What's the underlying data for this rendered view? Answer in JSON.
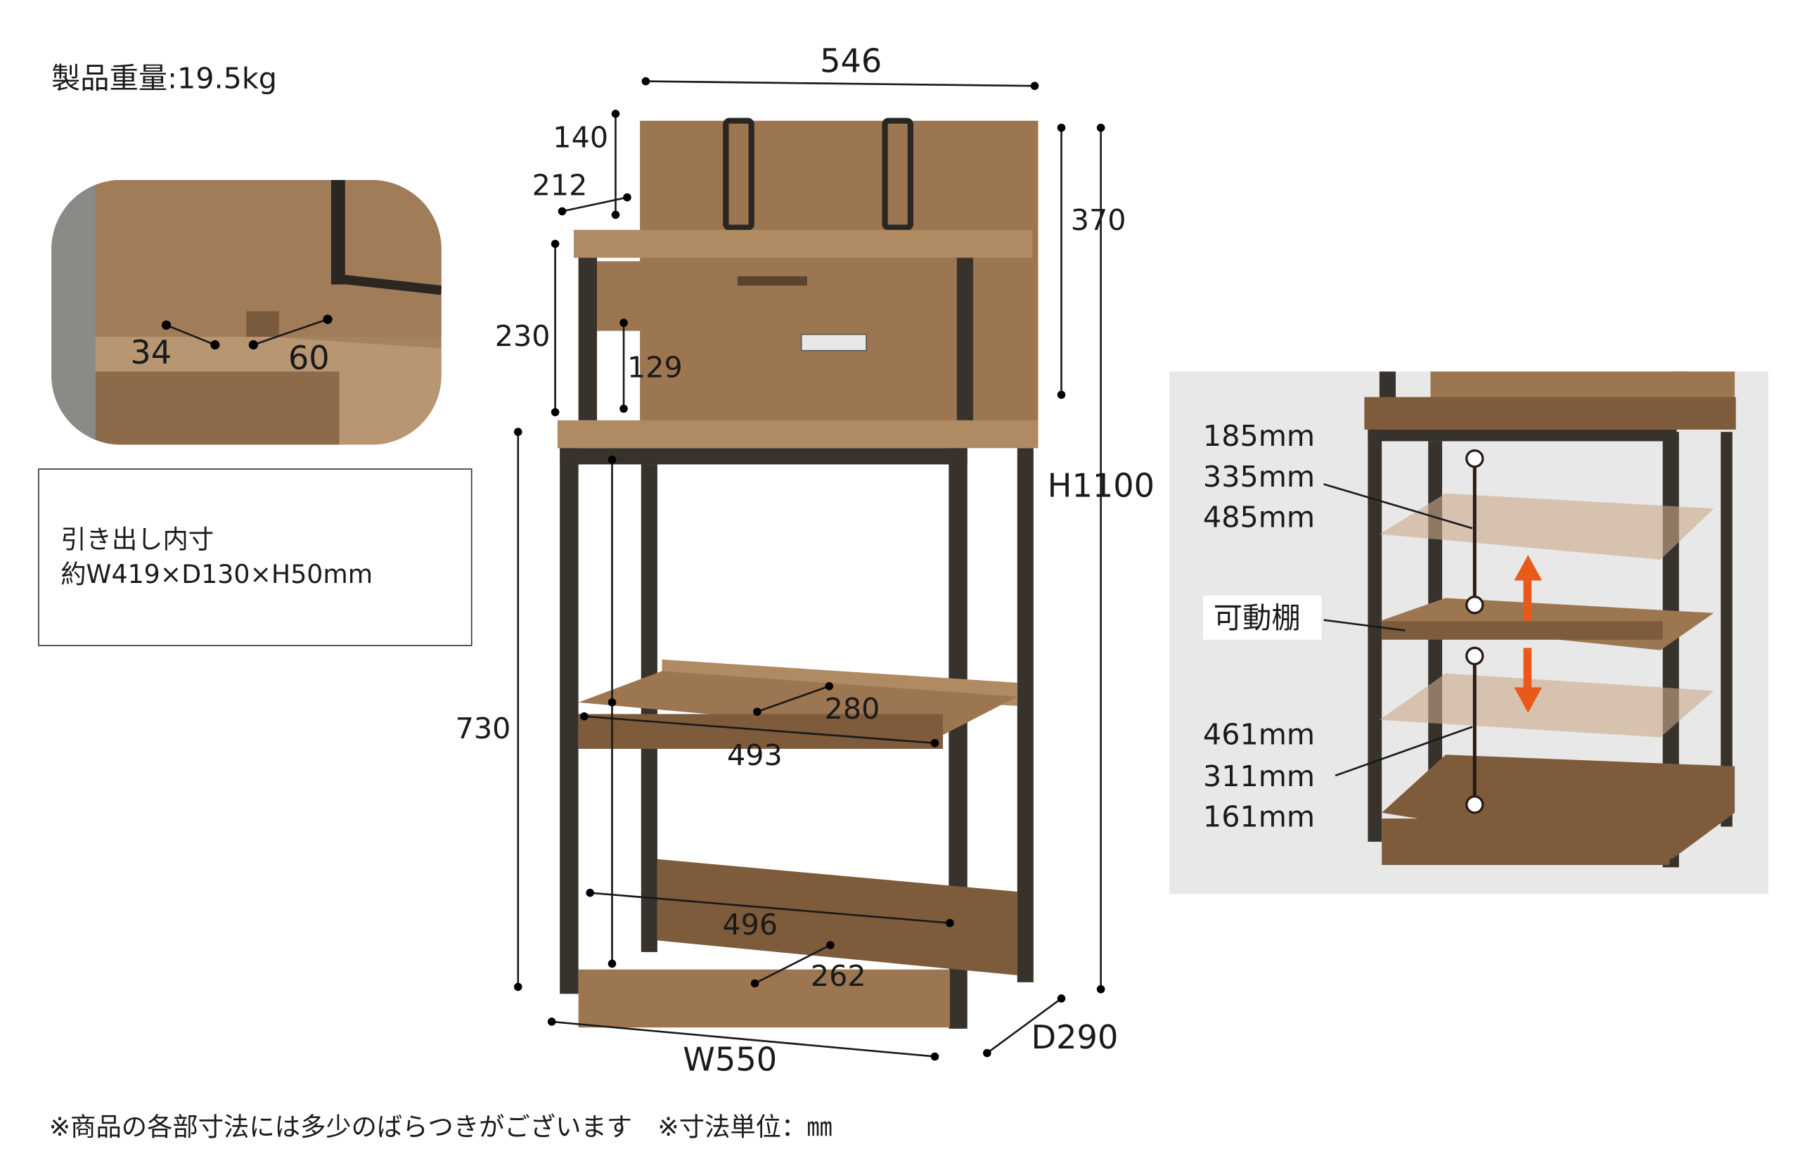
{
  "weight": "製品重量:19.5kg",
  "inset": {
    "dim_a": "34",
    "dim_b": "60"
  },
  "drawer_box": {
    "line1": "引き出し内寸",
    "line2": "約W419×D130×H50mm"
  },
  "main_dims": {
    "top_width": "546",
    "d140": "140",
    "d212": "212",
    "d370": "370",
    "d230": "230",
    "d129": "129",
    "height": "H1100",
    "d730": "730",
    "d280": "280",
    "d493": "493",
    "d496": "496",
    "d262": "262",
    "width": "W550",
    "depth": "D290"
  },
  "shelf_panel": {
    "upper": [
      "185mm",
      "335mm",
      "485mm"
    ],
    "label": "可動棚",
    "lower": [
      "461mm",
      "311mm",
      "161mm"
    ],
    "arrow_color": "#e8591a",
    "bg_color": "#e8e8e8"
  },
  "footnote": "※商品の各部寸法には多少のばらつきがございます　※寸法単位：㎜"
}
